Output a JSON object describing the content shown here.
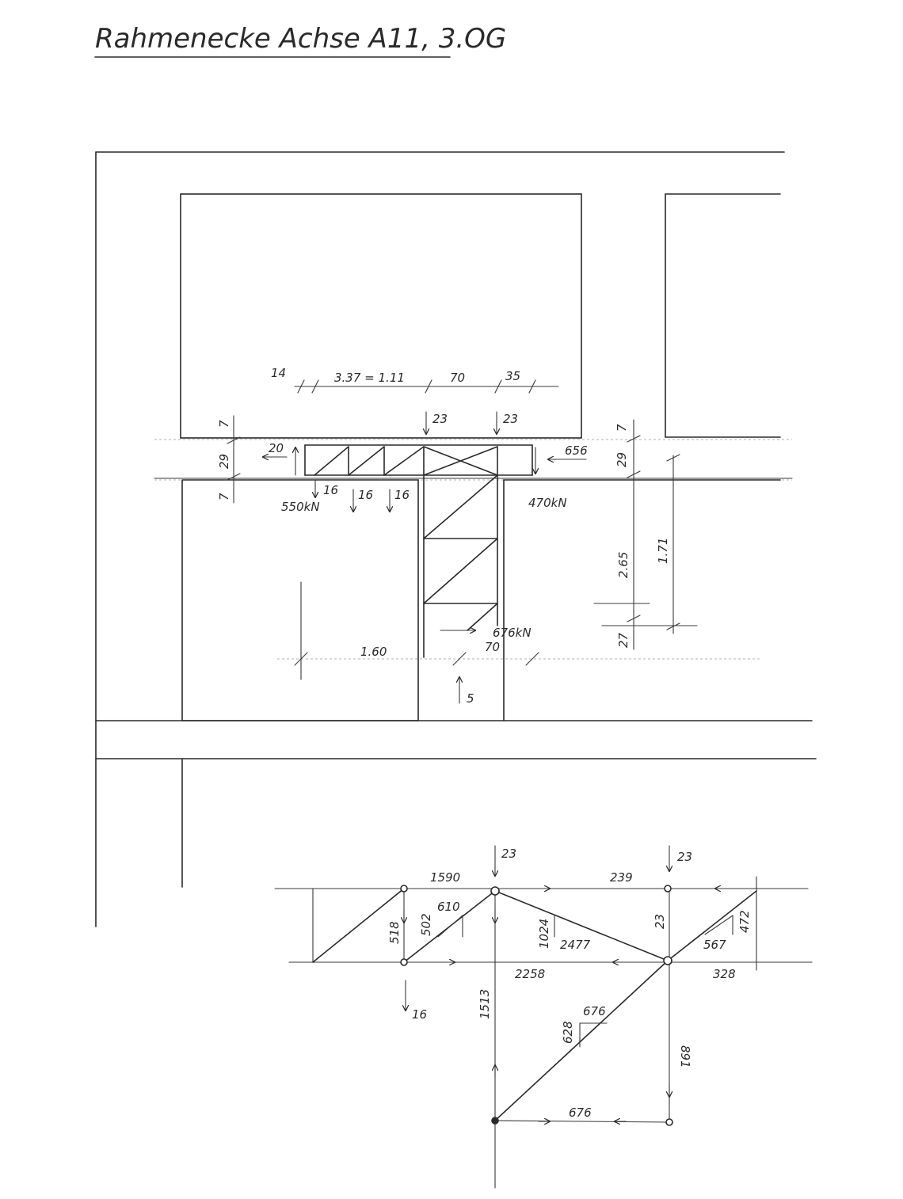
{
  "title": "Rahmenecke Achse A11, 3.OG",
  "section": {
    "dims_top": [
      "14",
      "3.37 = 1.11",
      "70",
      "35"
    ],
    "dims_left": [
      "7",
      "29",
      "7"
    ],
    "dims_right": [
      "7",
      "29",
      "2.65",
      "1.71",
      "27"
    ],
    "dims_bottom": [
      "1.60",
      "70"
    ],
    "loads_top": [
      "23",
      "23"
    ],
    "loads_bottom": [
      "16",
      "16",
      "16"
    ],
    "load_left_horizontal": "20",
    "load_right_horizontal": "656",
    "reaction_left": "550kN",
    "reaction_right": "470kN",
    "load_column": "676kN",
    "load_bottom": "5"
  },
  "force_plan": {
    "loads": [
      "23",
      "23",
      "16"
    ],
    "values": [
      "1590",
      "239",
      "518",
      "502",
      "610",
      "1024",
      "2477",
      "23",
      "472",
      "567",
      "2258",
      "328",
      "1513",
      "628",
      "676",
      "891",
      "676"
    ]
  }
}
